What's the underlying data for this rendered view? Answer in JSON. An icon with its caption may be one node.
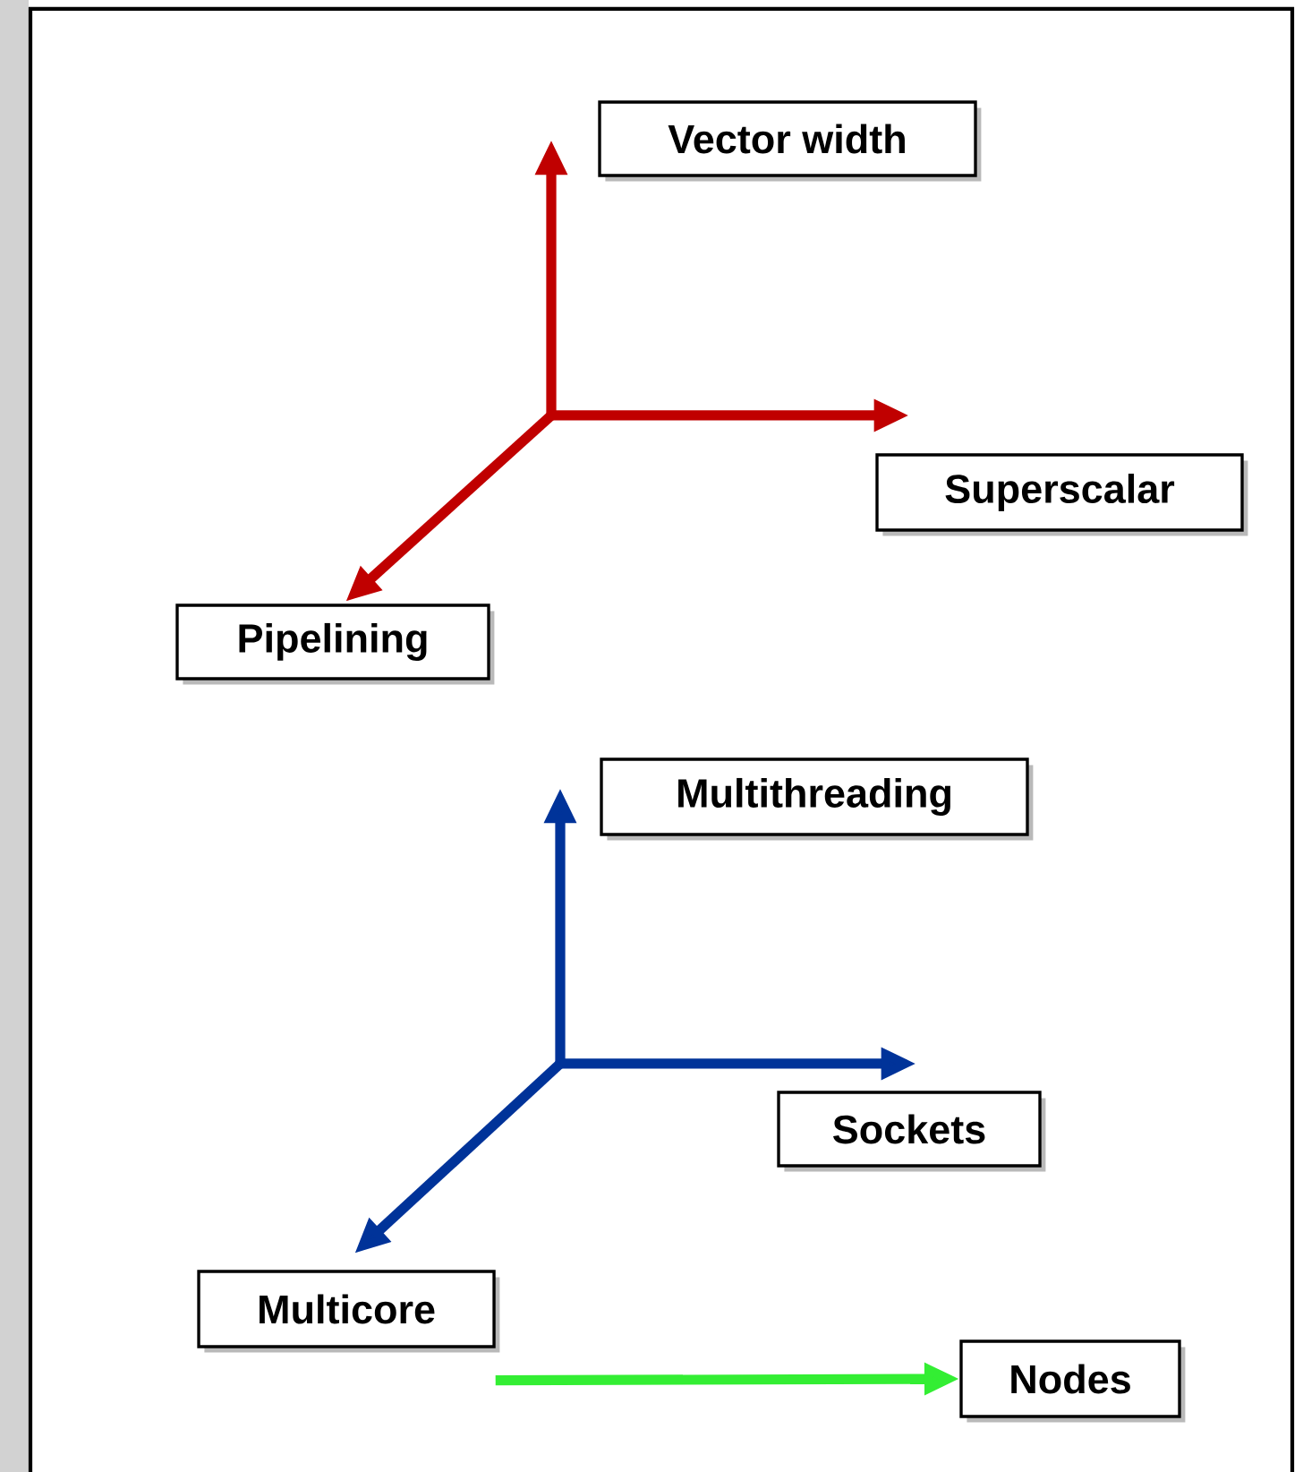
{
  "diagram": {
    "nodes": [
      {
        "text": [
          "Vector width"
        ]
      },
      {
        "text": [
          "Superscalar"
        ]
      },
      {
        "text": [
          "Pipelining"
        ]
      },
      {
        "text": [
          "Multithreading"
        ]
      },
      {
        "text": [
          "Sockets"
        ]
      },
      {
        "text": [
          "Multicore"
        ]
      },
      {
        "text": [
          "Nodes"
        ]
      }
    ],
    "edges": [
      {
        "from": null,
        "to": 0,
        "arrow": "to",
        "color": "#c00000"
      },
      {
        "from": null,
        "to": 1,
        "arrow": "to",
        "color": "#c00000"
      },
      {
        "from": null,
        "to": 2,
        "arrow": "to",
        "color": "#c00000"
      },
      {
        "from": null,
        "to": 3,
        "arrow": "to",
        "color": "#003399"
      },
      {
        "from": null,
        "to": 4,
        "arrow": "to",
        "color": "#003399"
      },
      {
        "from": null,
        "to": 5,
        "arrow": "to",
        "color": "#003399"
      },
      {
        "from": 5,
        "to": 6,
        "arrow": "to",
        "color": "#33ee33"
      }
    ]
  }
}
